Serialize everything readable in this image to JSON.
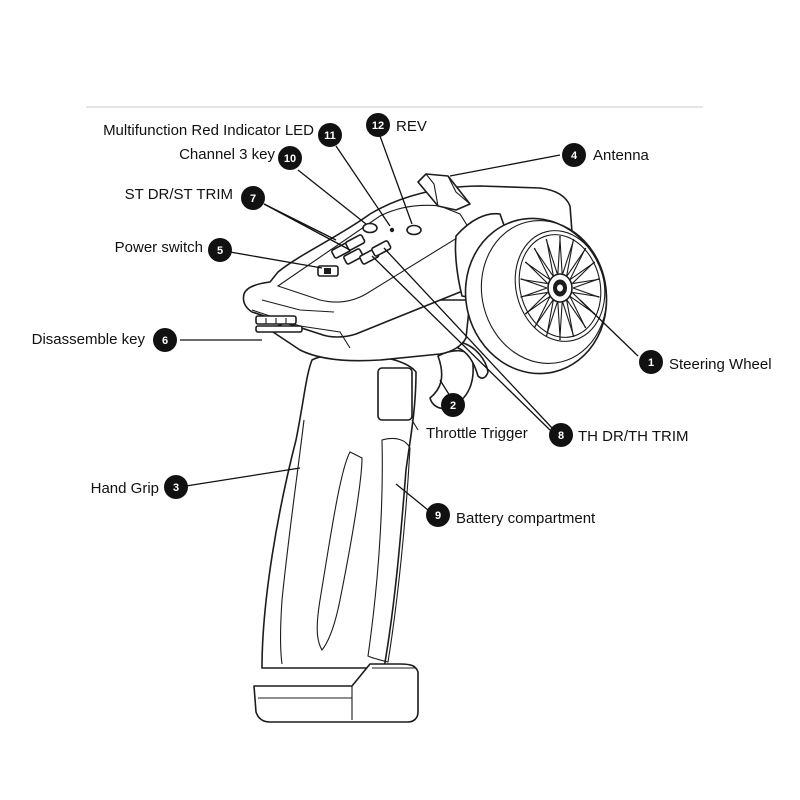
{
  "callouts": [
    {
      "num": "1",
      "label": "Steering Wheel"
    },
    {
      "num": "2",
      "label": "Throttle Trigger"
    },
    {
      "num": "3",
      "label": "Hand Grip"
    },
    {
      "num": "4",
      "label": "Antenna"
    },
    {
      "num": "5",
      "label": "Power switch"
    },
    {
      "num": "6",
      "label": "Disassemble key"
    },
    {
      "num": "7",
      "label": "ST DR/ST TRIM"
    },
    {
      "num": "8",
      "label": "TH DR/TH TRIM"
    },
    {
      "num": "9",
      "label": "Battery compartment"
    },
    {
      "num": "10",
      "label": "Channel 3 key"
    },
    {
      "num": "11",
      "label": "Multifunction Red Indicator LED"
    },
    {
      "num": "12",
      "label": "REV"
    }
  ],
  "colors": {
    "line": "#1c1c1c",
    "badge": "#111111",
    "badge_text": "#ffffff",
    "divider": "#cccccc"
  }
}
